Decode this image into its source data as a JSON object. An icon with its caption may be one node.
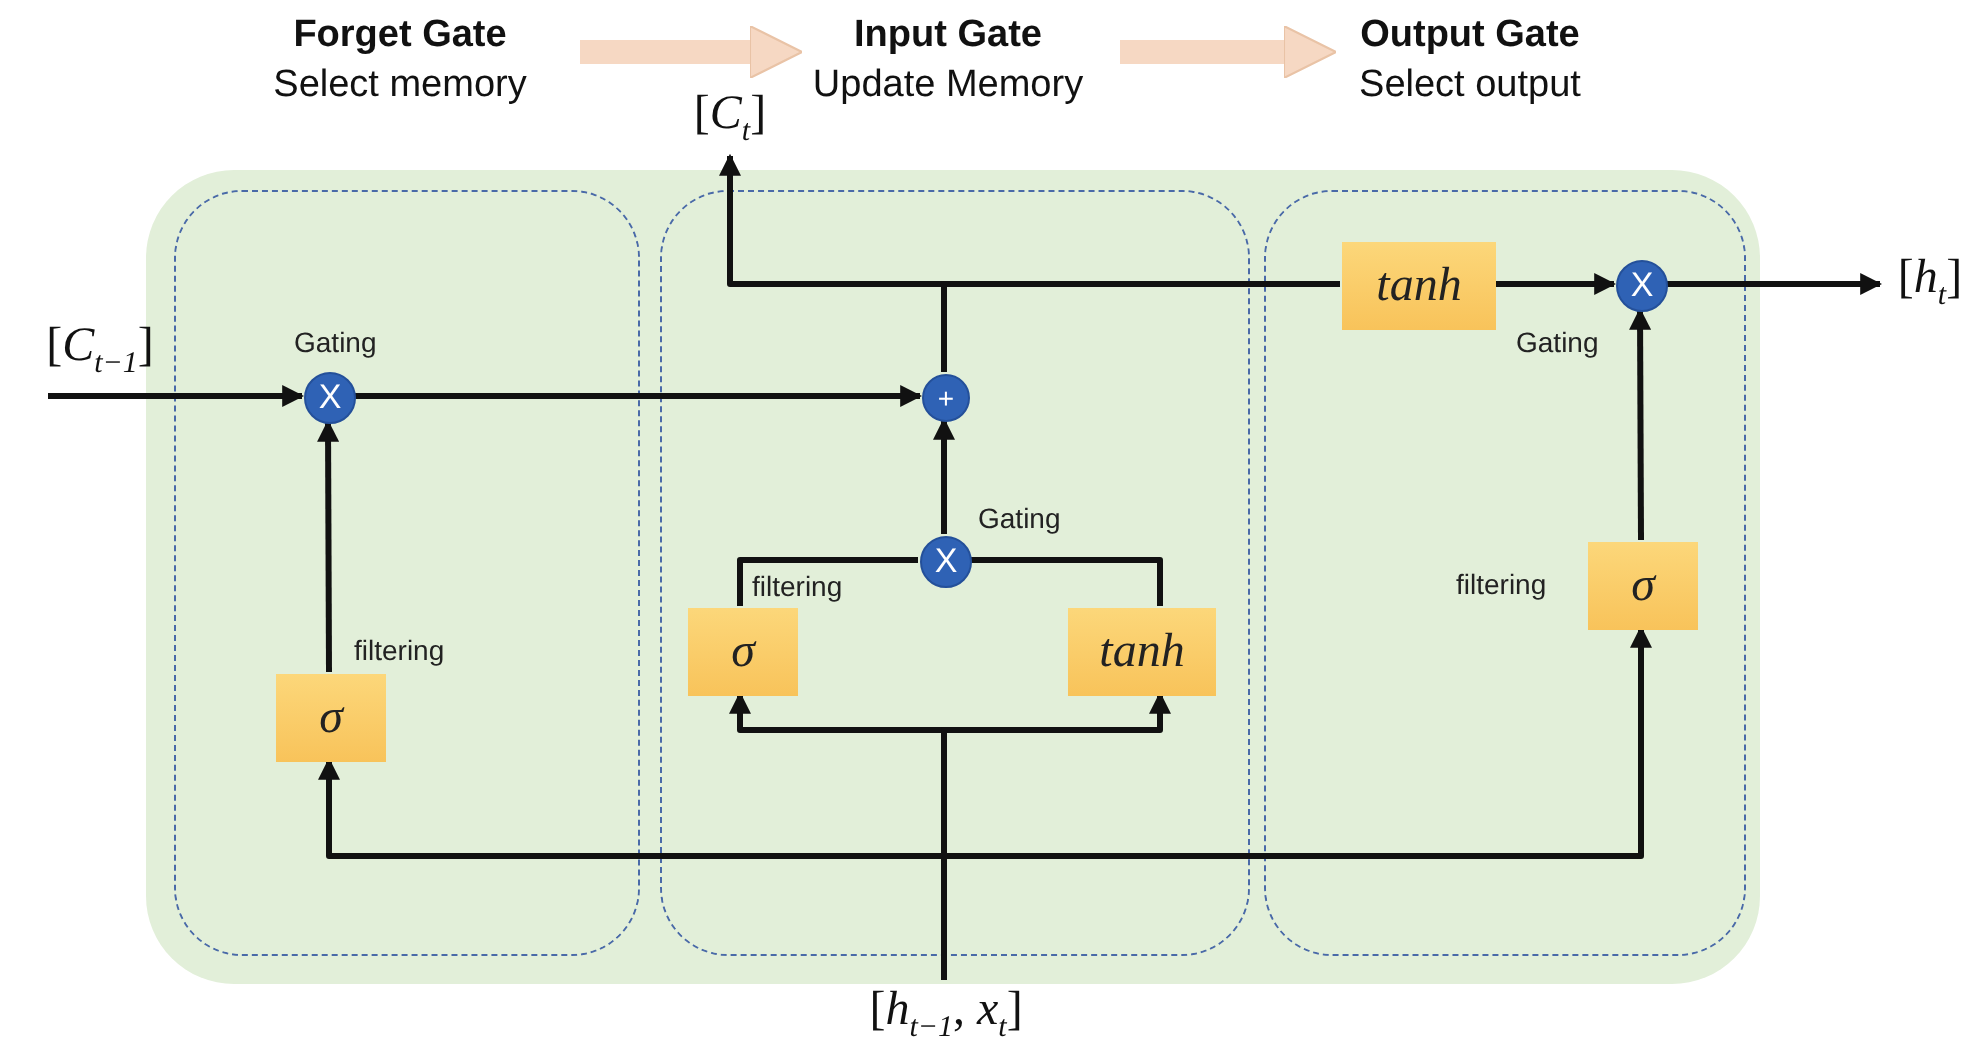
{
  "diagram": {
    "nodes": [
      {
        "text": [
          "Forget Gate",
          "Select memory"
        ]
      },
      {
        "text": [
          "Input Gate",
          "Update Memory"
        ]
      },
      {
        "text": [
          "Output Gate",
          "Select output"
        ]
      },
      {
        "text": [
          "[*C*$_{t}$]"
        ]
      },
      {
        "text": [],
        "shape": "box"
      },
      {
        "text": [],
        "shape": "box",
        "in": 4
      },
      {
        "text": [],
        "shape": "box",
        "in": 4
      },
      {
        "text": [],
        "shape": "box",
        "in": 4
      },
      {
        "text": [
          "[*C*$_{t−1}$]"
        ]
      },
      {
        "text": [
          "X"
        ],
        "in": 5,
        "beside": [
          "Gating"
        ]
      },
      {
        "text": [
          "σ"
        ],
        "in": 5,
        "beside": [
          "filtering"
        ]
      },
      {
        "text": [
          "+"
        ],
        "in": 6
      },
      {
        "text": [
          "X"
        ],
        "in": 6,
        "beside": [
          "Gating"
        ]
      },
      {
        "text": [
          "σ"
        ],
        "in": 6,
        "beside": [
          "filtering"
        ]
      },
      {
        "text": [
          "tanh"
        ],
        "in": 6
      },
      {
        "text": [
          "tanh"
        ],
        "in": 7
      },
      {
        "text": [
          "X"
        ],
        "in": 7,
        "beside": [
          "Gating"
        ]
      },
      {
        "text": [
          "σ"
        ],
        "in": 7,
        "beside": [
          "filtering"
        ]
      },
      {
        "text": [
          "[*h*$_{t}$]"
        ]
      },
      {
        "text": [
          "[*h*$_{t−1}$, *x*$_{t}$]"
        ]
      }
    ],
    "edges": [
      {
        "from": 0,
        "to": 1,
        "arrow": "to",
        "style": "thick",
        "color": "#f6d8c3"
      },
      {
        "from": 1,
        "to": 2,
        "arrow": "to",
        "style": "thick",
        "color": "#f6d8c3"
      },
      {
        "from": 8,
        "to": 9,
        "arrow": "to"
      },
      {
        "from": 9,
        "to": 11,
        "arrow": "to"
      },
      {
        "from": 10,
        "to": 9,
        "arrow": "to"
      },
      {
        "from": 19,
        "to": 10,
        "arrow": "to"
      },
      {
        "from": 19,
        "to": 17,
        "arrow": "to"
      },
      {
        "from": 19,
        "to": 13,
        "arrow": "to"
      },
      {
        "from": 19,
        "to": 14,
        "arrow": "to"
      },
      {
        "from": 13,
        "to": 12,
        "arrow": "none"
      },
      {
        "from": 14,
        "to": 12,
        "arrow": "none"
      },
      {
        "from": 12,
        "to": 11,
        "arrow": "to"
      },
      {
        "from": 11,
        "to": 3,
        "arrow": "to"
      },
      {
        "from": 11,
        "to": 15,
        "arrow": "none"
      },
      {
        "from": 15,
        "to": 16,
        "arrow": "to"
      },
      {
        "from": 17,
        "to": 16,
        "arrow": "to"
      },
      {
        "from": 16,
        "to": 18,
        "arrow": "to"
      }
    ]
  }
}
